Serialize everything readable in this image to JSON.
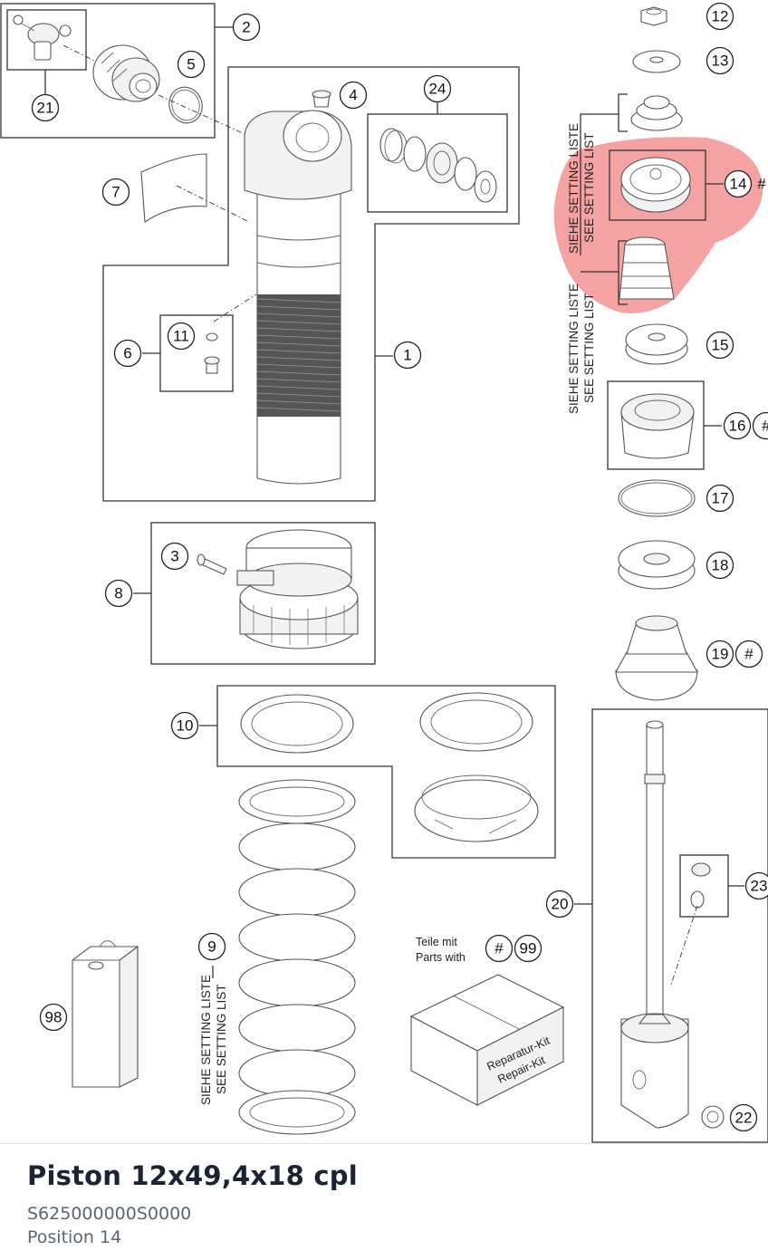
{
  "diagram": {
    "callouts": {
      "c1": "1",
      "c2": "2",
      "c3": "3",
      "c4": "4",
      "c5": "5",
      "c6": "6",
      "c7": "7",
      "c8": "8",
      "c9": "9",
      "c10": "10",
      "c11": "11",
      "c12": "12",
      "c13": "13",
      "c14": "14",
      "c15": "15",
      "c16": "16",
      "c17": "17",
      "c18": "18",
      "c19": "19",
      "c20": "20",
      "c21": "21",
      "c22": "22",
      "c23": "23",
      "c24": "24",
      "c98": "98",
      "c99": "99"
    },
    "hash_marker": "#",
    "setting_list_de": "SIEHE SETTING LISTE",
    "setting_list_en": "SEE SETTING LIST",
    "parts_with_de": "Teile mit",
    "parts_with_en": "Parts with",
    "repair_kit_de": "Reparatur-Kit",
    "repair_kit_en": "Repair-Kit",
    "highlight_color": "#f28b8b"
  },
  "part": {
    "title": "Piston 12x49,4x18 cpl",
    "number": "S625000000S0000",
    "position": "Position 14"
  }
}
